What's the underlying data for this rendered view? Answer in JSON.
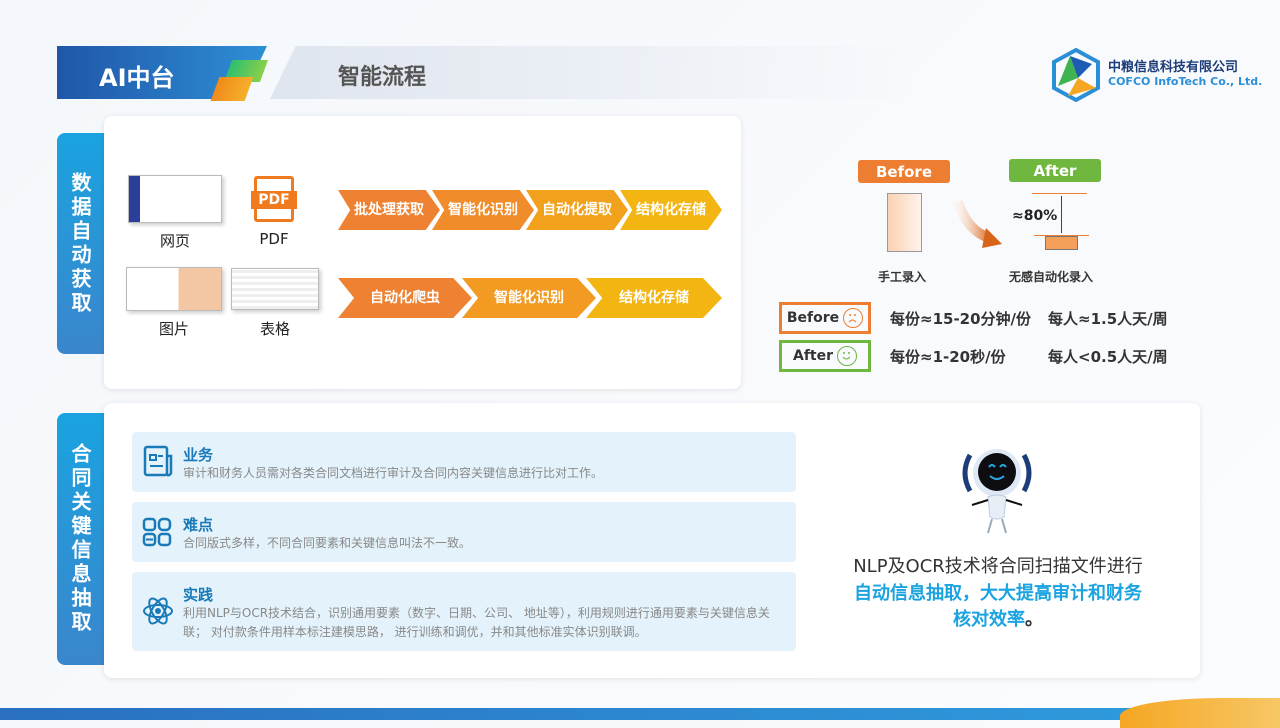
{
  "header": {
    "brand": "AI中台",
    "title": "智能流程"
  },
  "logo": {
    "cn": "中粮信息科技有限公司",
    "en": "COFCO InfoTech Co., Ltd."
  },
  "section1": {
    "tab": "数据自动获取",
    "sources": [
      {
        "label": "网页"
      },
      {
        "label": "PDF"
      },
      {
        "label": "图片"
      },
      {
        "label": "表格"
      }
    ],
    "pdf_icon_text": "PDF",
    "flow1": [
      "批处理获取",
      "智能化识别",
      "自动化提取",
      "结构化存储"
    ],
    "flow2": [
      "自动化爬虫",
      "智能化识别",
      "结构化存储"
    ],
    "compare": {
      "before": "Before",
      "after": "After",
      "reduction": "≈80%",
      "before_caption": "手工录入",
      "after_caption": "无感自动化录入"
    },
    "stats": [
      {
        "label": "Before",
        "per_doc": "每份≈15-20分钟/份",
        "per_person": "每人≈1.5人天/周",
        "color": "#ed7d31"
      },
      {
        "label": "After",
        "per_doc": "每份≈1-20秒/份",
        "per_person": "每人<0.5人天/周",
        "color": "#70b73f"
      }
    ]
  },
  "section2": {
    "tab": "合同关键信息抽取",
    "items": [
      {
        "title": "业务",
        "desc": "审计和财务人员需对各类合同文档进行审计及合同内容关键信息进行比对工作。"
      },
      {
        "title": "难点",
        "desc": "合同版式多样，不同合同要素和关键信息叫法不一致。"
      },
      {
        "title": "实践",
        "desc": "利用NLP与OCR技术结合，识别通用要素（数字、日期、公司、 地址等），利用规则进行通用要素与关键信息关联； 对付款条件用样本标注建模思路，  进行训练和调优，并和其他标准实体识别联调。"
      }
    ],
    "summary": {
      "line1": "NLP及OCR技术将合同扫描文件进行",
      "line2": "自动信息抽取，大大提高审计和财务",
      "line3": "核对效率",
      "line3_end": "。"
    }
  },
  "colors": {
    "orange": "#ed7d31",
    "green": "#70b73f",
    "blue": "#1aa3e0"
  }
}
